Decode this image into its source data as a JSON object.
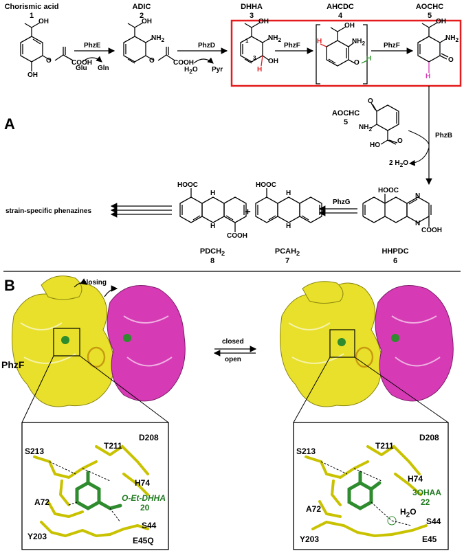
{
  "panel_a": {
    "label": "A",
    "compounds": [
      {
        "name": "Chorismic acid",
        "num": "1"
      },
      {
        "name": "ADIC",
        "num": "2"
      },
      {
        "name": "DHHA",
        "num": "3"
      },
      {
        "name": "AHCDC",
        "num": "4"
      },
      {
        "name": "AOCHC",
        "num": "5"
      },
      {
        "name": "AOCHC",
        "num": "5"
      },
      {
        "name": "HHPDC",
        "num": "6"
      },
      {
        "name": "PCAH",
        "num": "7"
      },
      {
        "name": "PDCH",
        "num": "8"
      }
    ],
    "subscript_2": "2",
    "enzymes": {
      "phze": "PhzE",
      "phzd": "PhzD",
      "phzf1": "PhzF",
      "phzf2": "PhzF",
      "phzb": "PhzB",
      "phzg": "PhzG"
    },
    "cofactors": {
      "glu": "Glu",
      "gln": "Gln",
      "h2o": "H",
      "h2o_sub": "2",
      "h2o_o": "O",
      "pyr": "Pyr",
      "water_out": "2 H",
      "water_out_sub": "2",
      "water_out_o": "O"
    },
    "plus": "+",
    "strain_specific": "strain-specific phenazines",
    "groups": {
      "oh": "OH",
      "cooh": "COOH",
      "hooc": "HOOC",
      "nh2": "NH",
      "nh2_sub": "2",
      "o": "O",
      "n": "N",
      "h": "H",
      "c1": "1",
      "c3": "3",
      "ho": "HO"
    }
  },
  "panel_b": {
    "label": "B",
    "phzf": "PhzF",
    "closing": "closing",
    "closed": "closed",
    "open": "open",
    "left_residues": [
      "S213",
      "T211",
      "D208",
      "H74",
      "A72",
      "S44",
      "Y203",
      "E45Q"
    ],
    "left_ligand": {
      "name": "O-Et-DHHA",
      "num": "20"
    },
    "right_residues": [
      "S213",
      "T211",
      "D208",
      "H74",
      "A72",
      "S44",
      "Y203",
      "E45"
    ],
    "right_ligand": {
      "name": "3OHAA",
      "num": "22"
    },
    "water": "H",
    "water_sub": "2",
    "water_o": "O"
  },
  "colors": {
    "highlight_box": "#e41a1c",
    "protein_a": "#e8e02a",
    "protein_b": "#d63ab5",
    "ligand": "#2e8b2e",
    "hydrogen_red": "#e41a1c",
    "hydrogen_green": "#2e9b2e",
    "hydrogen_magenta": "#d63ab5"
  }
}
